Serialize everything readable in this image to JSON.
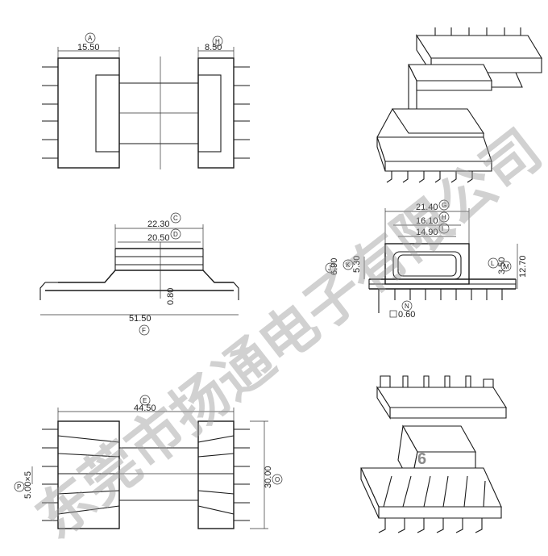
{
  "views": {
    "top_left": {
      "dim_a": {
        "tag": "A",
        "value": "15.50"
      },
      "dim_h": {
        "tag": "H",
        "value": "8.50"
      }
    },
    "front": {
      "dim_c": {
        "tag": "C",
        "value": "22.30"
      },
      "dim_d": {
        "tag": "D",
        "value": "20.50"
      },
      "dim_thk": {
        "value": "0.80"
      },
      "dim_f": {
        "tag": "F",
        "value": "51.50"
      }
    },
    "side": {
      "dim_g": {
        "tag": "G",
        "value": "21.40"
      },
      "dim_h2": {
        "tag": "H",
        "value": "16.10"
      },
      "dim_i": {
        "tag": "I",
        "value": "14.90"
      },
      "dim_j": {
        "tag": "J",
        "value": "6.90"
      },
      "dim_k": {
        "tag": "K",
        "value": "5.30"
      },
      "dim_l": {
        "tag": "L",
        "value": "3.50"
      },
      "dim_m": {
        "tag": "M",
        "value": "12.70"
      },
      "dim_n": {
        "tag": "N",
        "value": "0.60"
      }
    },
    "bottom": {
      "dim_e": {
        "tag": "E",
        "value": "44.50"
      },
      "dim_p": {
        "tag": "P",
        "value": "5.00×5"
      },
      "dim_o": {
        "tag": "O",
        "value": "30.00"
      }
    }
  },
  "page_number": "6",
  "watermark": "东莞市扬通电子有限公司"
}
